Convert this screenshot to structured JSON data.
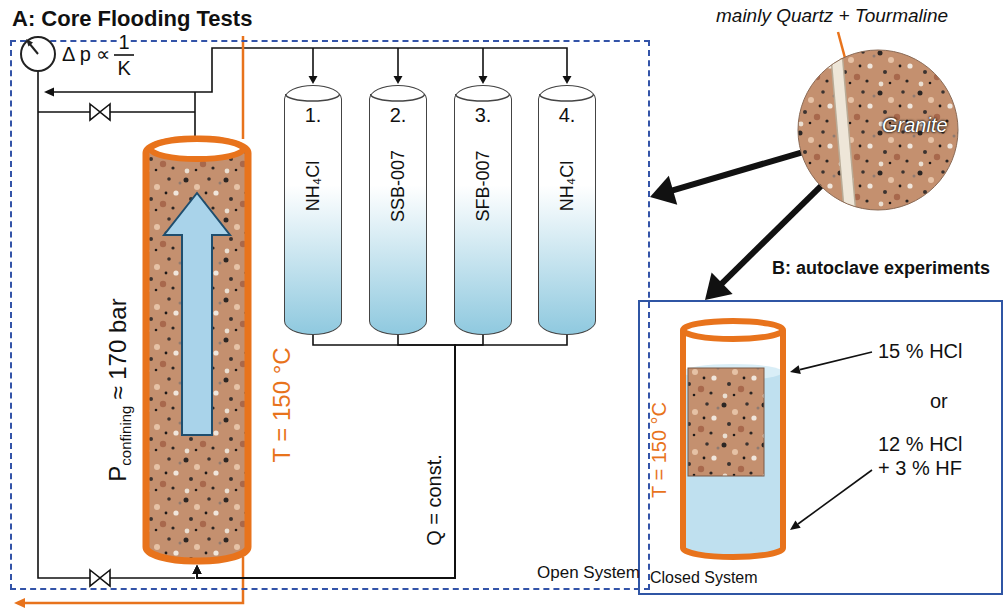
{
  "diagram": {
    "nodes": [
      {
        "text": [
          "A: Core Flooding Tests",
          "Open System"
        ]
      },
      {
        "text": [
          "P",
          "confining",
          "≈ 170 bar",
          "T = 150 °C"
        ],
        "in": 0
      },
      {
        "text": [
          "1.",
          "NH₄Cl"
        ],
        "in": 0
      },
      {
        "text": [
          "2.",
          "SSB-007"
        ],
        "in": 0
      },
      {
        "text": [
          "3.",
          "SFB-007"
        ],
        "in": 0
      },
      {
        "text": [
          "4.",
          "NH₄Cl"
        ],
        "in": 0
      },
      {
        "text": [
          "Granite"
        ]
      },
      {
        "text": [
          "B: autoclave experiments",
          "Closed System"
        ]
      }
    ],
    "edges": [
      {
        "from": 2,
        "to": 1,
        "arrow": "to"
      },
      {
        "from": 3,
        "to": 1,
        "arrow": "to"
      },
      {
        "from": 4,
        "to": 1,
        "arrow": "to"
      },
      {
        "from": 5,
        "to": 1,
        "arrow": "to"
      },
      {
        "from": 6,
        "to": 0,
        "arrow": "to"
      },
      {
        "from": 6,
        "to": 7,
        "arrow": "to"
      }
    ],
    "labels": [
      "Δ p ∝",
      "1",
      "K",
      "Q = const.",
      "mainly Quartz + Tourmaline",
      "T = 150 °C",
      "15 % HCl",
      "or",
      "12 % HCl + 3 % HF"
    ]
  }
}
